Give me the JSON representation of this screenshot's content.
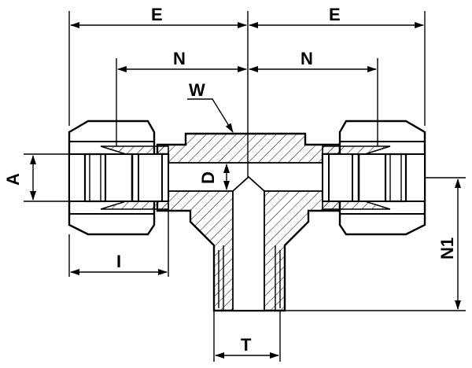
{
  "labels": {
    "e_left": "E",
    "e_right": "E",
    "n_left": "N",
    "n_right": "N",
    "w": "W",
    "a": "A",
    "d": "D",
    "i": "I",
    "n1": "N1",
    "t": "T"
  },
  "colors": {
    "line": "#000000",
    "background": "#ffffff",
    "hatch": "#000000"
  }
}
